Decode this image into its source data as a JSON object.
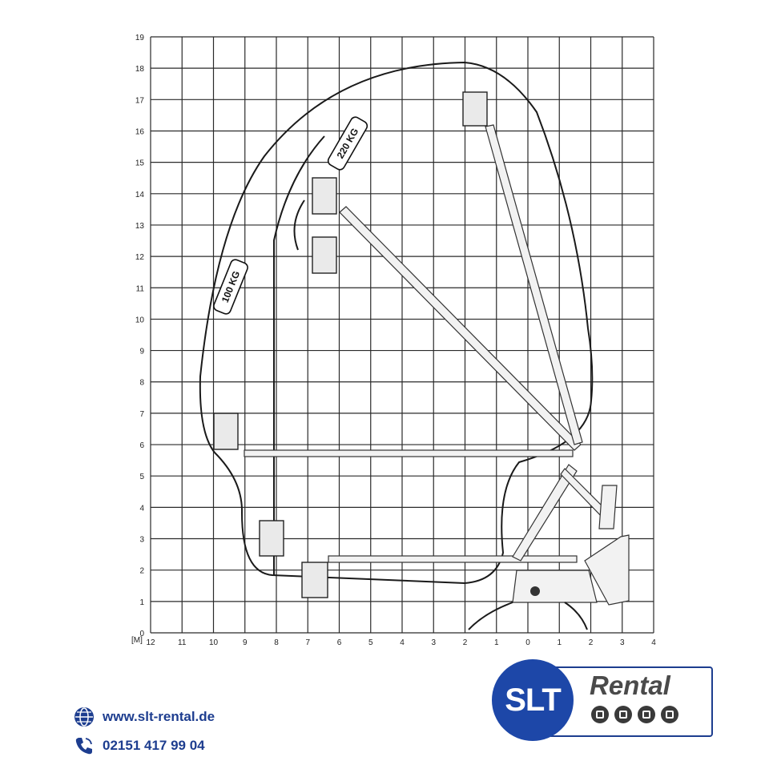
{
  "diagram": {
    "axis_unit_label": "[M]",
    "x_ticks": [
      "12",
      "11",
      "10",
      "9",
      "8",
      "7",
      "6",
      "5",
      "4",
      "3",
      "2",
      "1",
      "0",
      "1",
      "2",
      "3",
      "4"
    ],
    "y_ticks": [
      "0",
      "1",
      "2",
      "3",
      "4",
      "5",
      "6",
      "7",
      "8",
      "9",
      "10",
      "11",
      "12",
      "13",
      "14",
      "15",
      "16",
      "17",
      "18",
      "19"
    ],
    "x_range_m": [
      -12,
      4
    ],
    "y_range_m": [
      0,
      19
    ],
    "load_labels": {
      "outer": "100 KG",
      "inner": "220 KG"
    },
    "max_height_m": 18.2,
    "max_outreach_m": 10.2
  },
  "contact": {
    "website": "www.slt-rental.de",
    "phone": "02151 417 99 04",
    "website_icon": "globe-icon",
    "phone_icon": "phone-icon"
  },
  "brand": {
    "logo_mark": "SLT",
    "logo_word": "Rental",
    "color_primary": "#1d47a8",
    "color_text": "#1d3d8f",
    "service_icons": [
      "house-icon",
      "hand-tool-icon",
      "truck-icon",
      "machine-icon"
    ]
  }
}
